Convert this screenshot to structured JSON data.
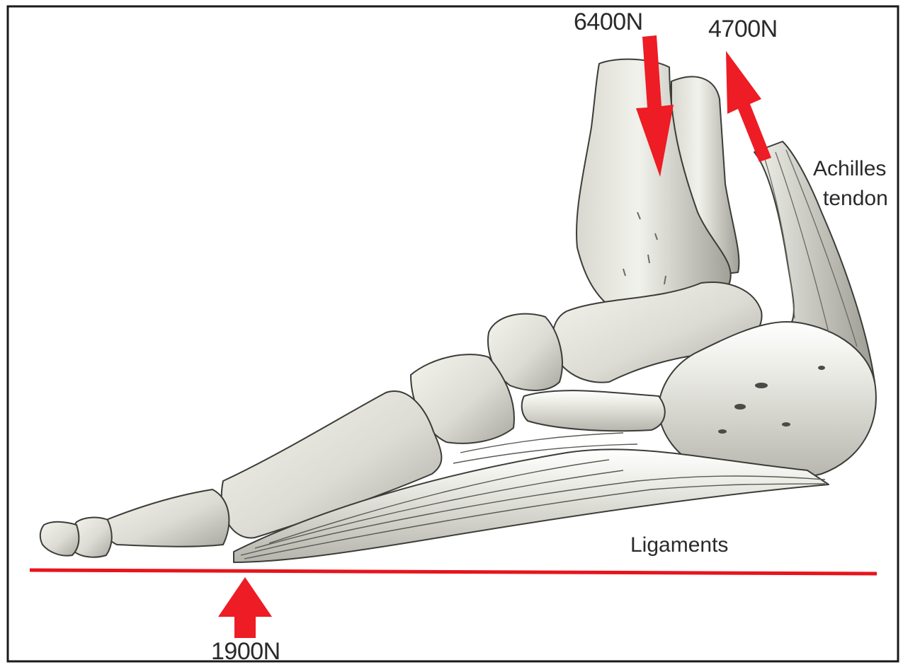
{
  "forces": {
    "tibia_load": {
      "label": "6400N",
      "direction": "down"
    },
    "achilles_pull": {
      "label": "4700N",
      "direction": "up"
    },
    "ground_reaction": {
      "label": "1900N",
      "direction": "up"
    }
  },
  "annotations": {
    "achilles_line1": "Achilles",
    "achilles_line2": "tendon",
    "ligaments": "Ligaments"
  },
  "colors": {
    "arrow": "#ee1c24",
    "ground_line": "#e8141c",
    "bone_light": "#ebebe4",
    "bone_dark": "#9a9a92",
    "frame": "#1a1a1a"
  }
}
